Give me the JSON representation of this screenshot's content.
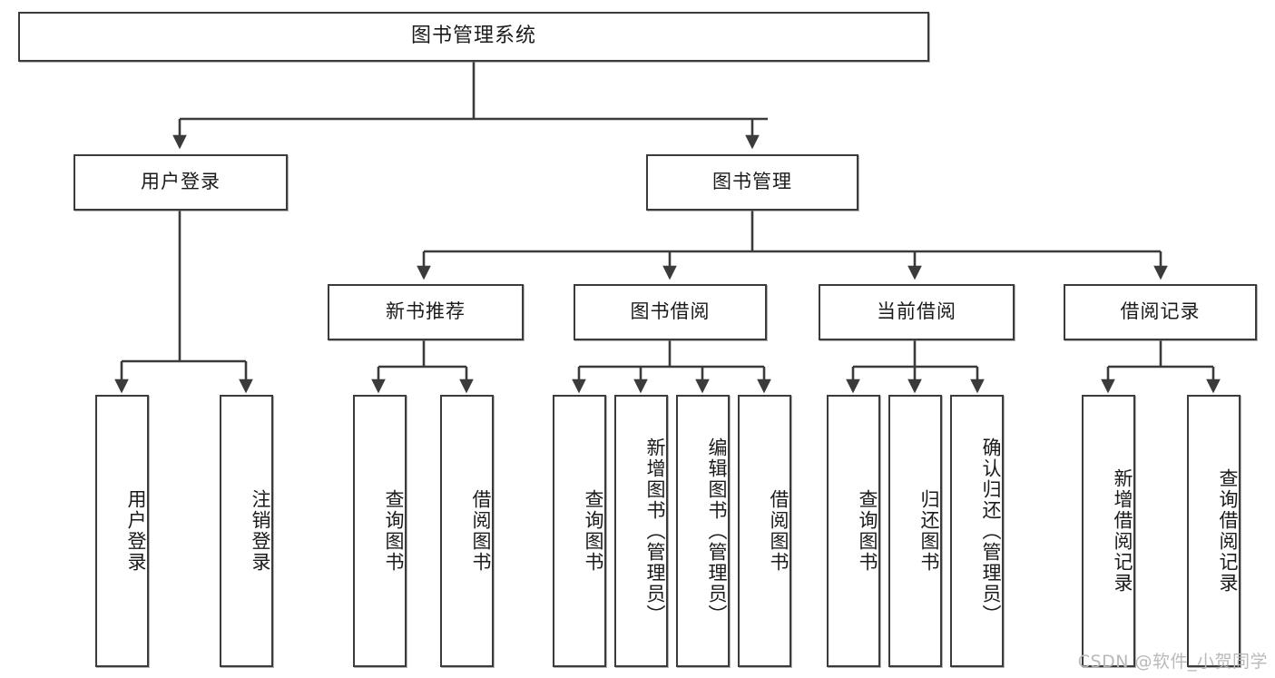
{
  "diagram": {
    "title_box": {
      "label": "图书管理系统"
    },
    "level2": [
      {
        "id": "user-login",
        "label": "用户登录"
      },
      {
        "id": "book-management",
        "label": "图书管理"
      }
    ],
    "level3": [
      {
        "id": "new-book-recommend",
        "label": "新书推荐"
      },
      {
        "id": "book-borrow",
        "label": "图书借阅"
      },
      {
        "id": "current-borrow",
        "label": "当前借阅"
      },
      {
        "id": "borrow-record",
        "label": "借阅记录"
      }
    ],
    "leaves": [
      {
        "id": "leaf-user-login",
        "label": "用户登录",
        "parent": "user-login"
      },
      {
        "id": "leaf-logout-login",
        "label": "注销登录",
        "parent": "user-login"
      },
      {
        "id": "leaf-query-book-1",
        "label": "查询图书",
        "parent": "new-book-recommend"
      },
      {
        "id": "leaf-borrow-book-1",
        "label": "借阅图书",
        "parent": "new-book-recommend"
      },
      {
        "id": "leaf-query-book-2",
        "label": "查询图书",
        "parent": "book-borrow"
      },
      {
        "id": "leaf-add-book",
        "label": "新增图书（管理员）",
        "parent": "book-borrow"
      },
      {
        "id": "leaf-edit-book",
        "label": "编辑图书（管理员）",
        "parent": "book-borrow"
      },
      {
        "id": "leaf-borrow-book-2",
        "label": "借阅图书",
        "parent": "book-borrow"
      },
      {
        "id": "leaf-query-book-3",
        "label": "查询图书",
        "parent": "current-borrow"
      },
      {
        "id": "leaf-return-book",
        "label": "归还图书",
        "parent": "current-borrow"
      },
      {
        "id": "leaf-confirm-return",
        "label": "确认归还（管理员）",
        "parent": "current-borrow"
      },
      {
        "id": "leaf-add-record",
        "label": "新增借阅记录",
        "parent": "borrow-record"
      },
      {
        "id": "leaf-query-record",
        "label": "查询借阅记录",
        "parent": "borrow-record"
      }
    ]
  },
  "watermark": {
    "text": "CSDN @软件_小贺同学"
  },
  "colors": {
    "stroke": "#3b3b3b",
    "text": "#1a1a1a",
    "background": "#ffffff",
    "watermark": "#b9b9b9"
  }
}
